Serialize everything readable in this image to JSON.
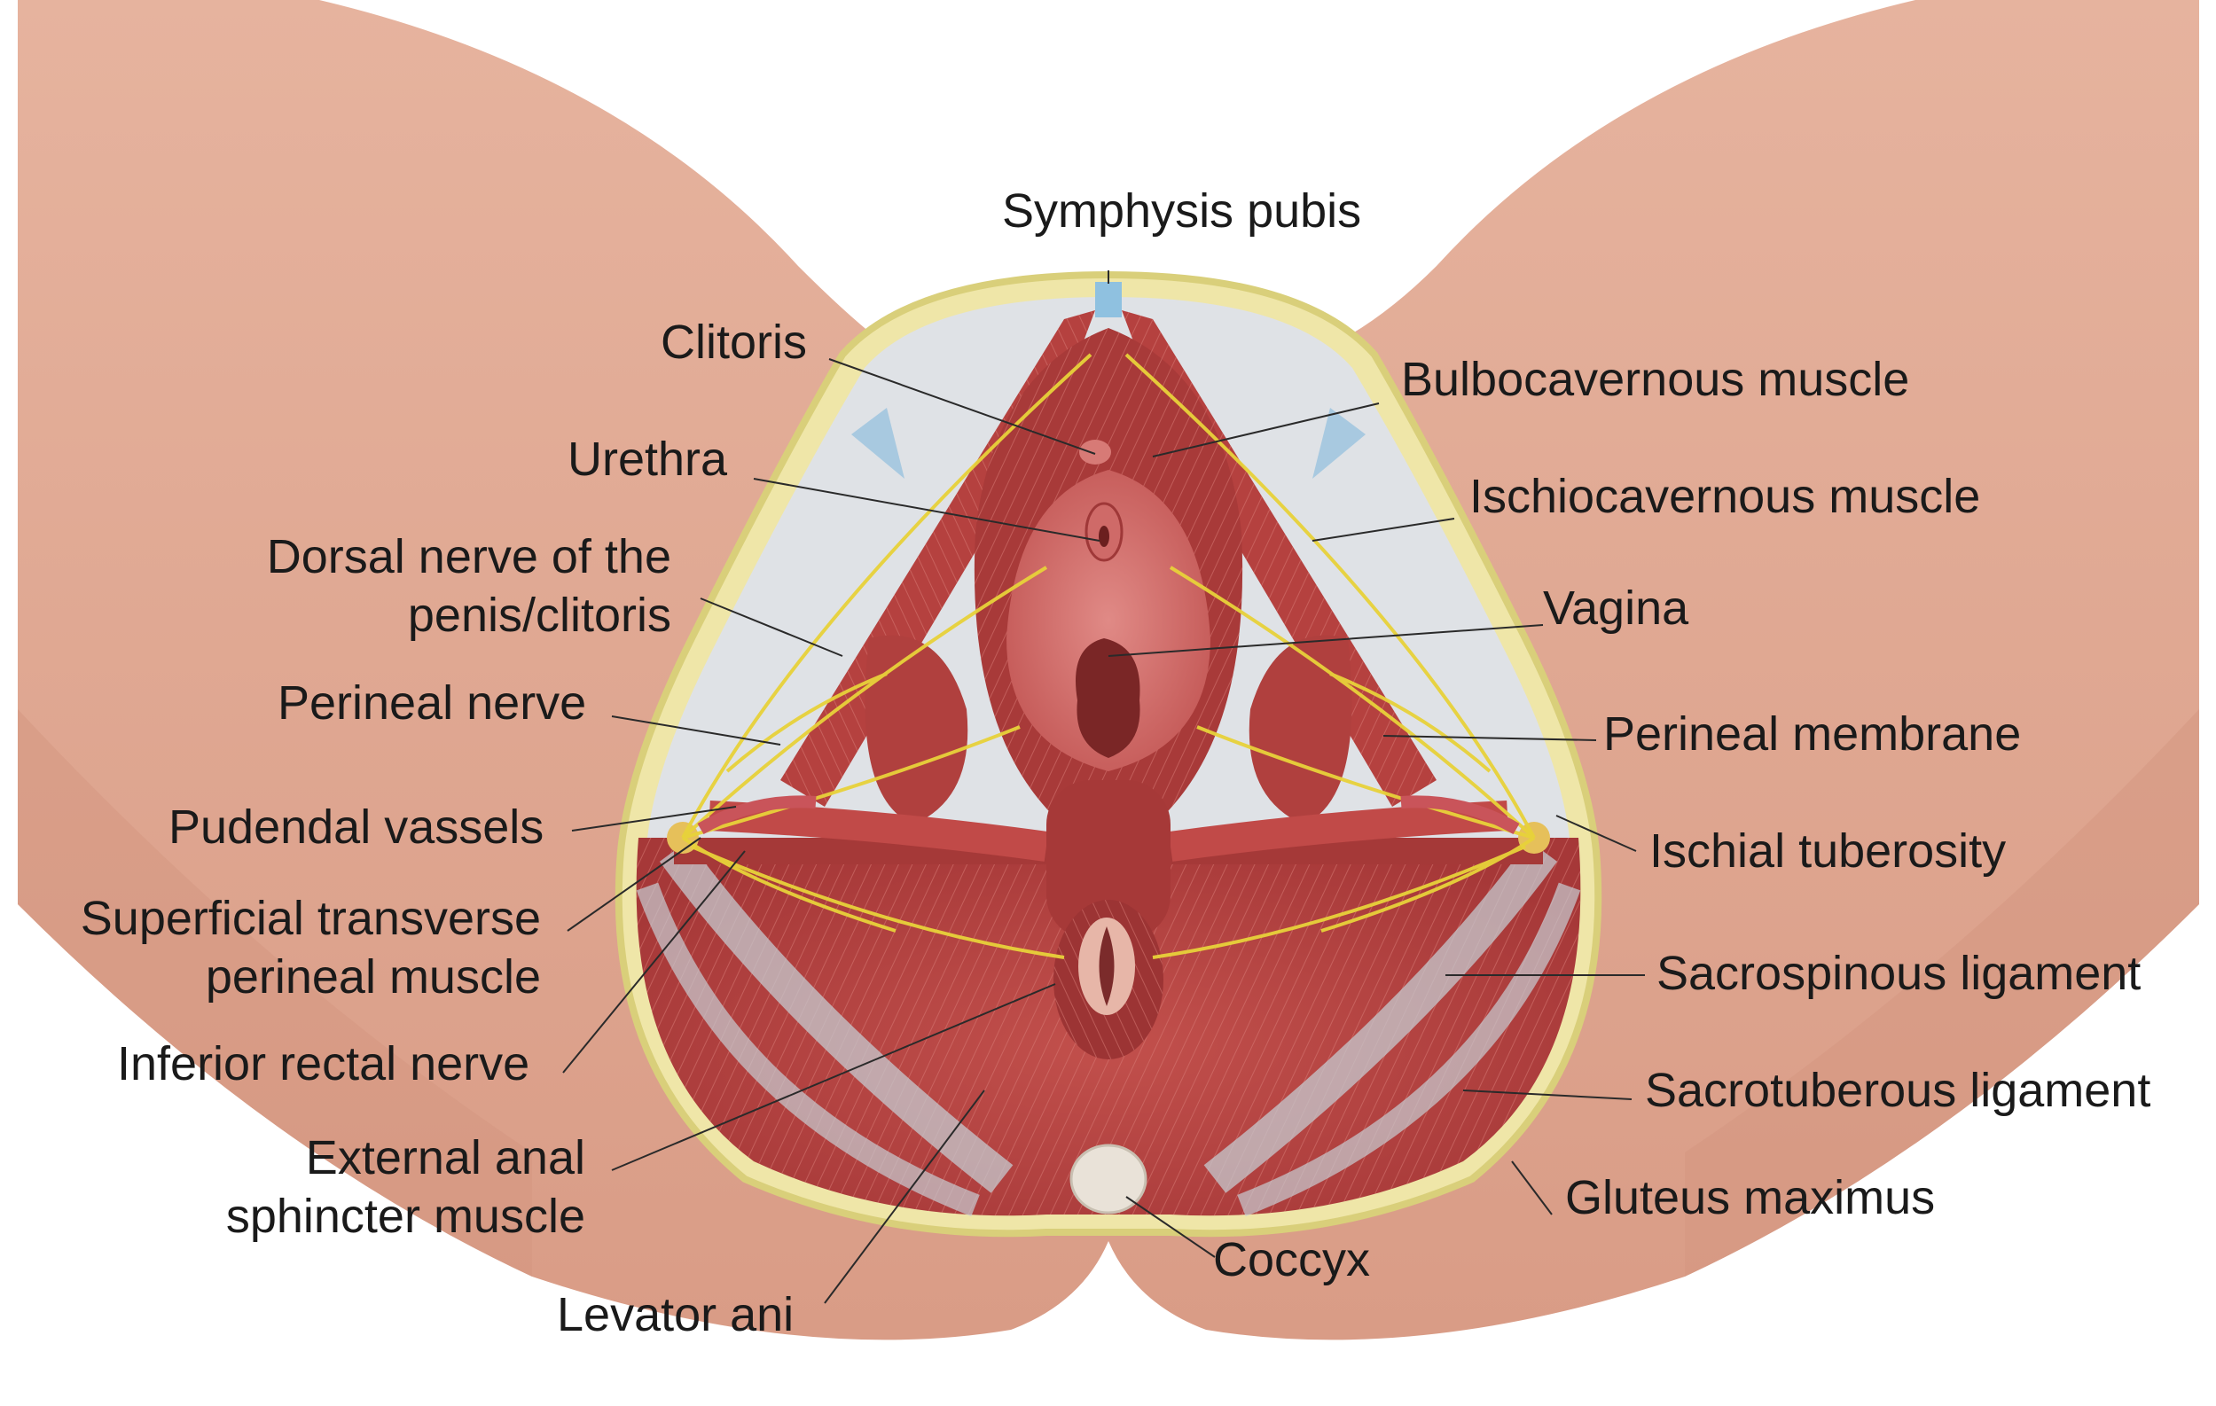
{
  "figure": {
    "colors": {
      "skin": "#e2ab95",
      "skin_shadow": "#c98e78",
      "fat": "#efe6a8",
      "fat_border": "#d9cf7a",
      "membrane": "#d9dde3",
      "muscle": "#b9433f",
      "muscle_dark": "#8f2c2c",
      "muscle_light": "#d4696a",
      "nerve": "#e8d23a",
      "vessel": "#c9545a",
      "ligament": "#c5c9cf",
      "coccyx": "#e9e2d8",
      "symphysis": "#8fc1e0",
      "leader": "#2a2a2a"
    },
    "icons": [
      "perineum-anatomy-illustration"
    ]
  },
  "labels": {
    "symphysis_pubis": "Symphysis pubis",
    "clitoris": "Clitoris",
    "bulbocavernous_muscle": "Bulbocavernous muscle",
    "urethra": "Urethra",
    "ischiocavernous_muscle": "Ischiocavernous muscle",
    "dorsal_nerve": [
      "Dorsal nerve of the",
      "penis/clitoris"
    ],
    "vagina": "Vagina",
    "perineal_nerve": "Perineal nerve",
    "perineal_membrane": "Perineal membrane",
    "pudendal_vassels": "Pudendal vassels",
    "ischial_tuberosity": "Ischial tuberosity",
    "superficial_transverse": [
      "Superficial transverse",
      "perineal muscle"
    ],
    "sacrospinous_ligament": "Sacrospinous ligament",
    "inferior_rectal_nerve": "Inferior rectal nerve",
    "sacrotuberous_ligament": "Sacrotuberous ligament",
    "external_anal_sphincter": [
      "External anal",
      "sphincter muscle"
    ],
    "gluteus_maximus": "Gluteus maximus",
    "coccyx": "Coccyx",
    "levator_ani": "Levator ani"
  }
}
